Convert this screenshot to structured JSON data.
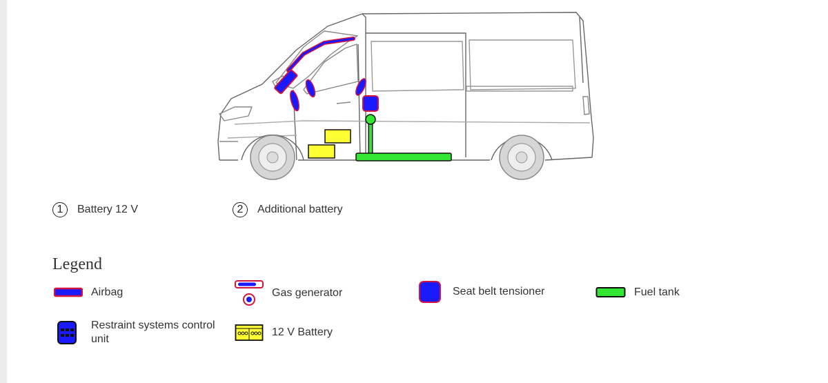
{
  "callouts": [
    {
      "number": "1",
      "label": "Battery 12 V"
    },
    {
      "number": "2",
      "label": "Additional battery"
    }
  ],
  "legend": {
    "title": "Legend",
    "items": [
      {
        "label": "Airbag",
        "icon": "airbag-icon"
      },
      {
        "label": "Gas generator",
        "icon": "gas-generator-icon"
      },
      {
        "label": "Seat belt tensioner",
        "icon": "seat-belt-tensioner-icon"
      },
      {
        "label": "Fuel tank",
        "icon": "fuel-tank-icon"
      },
      {
        "label": "Restraint systems control unit",
        "icon": "restraint-control-unit-icon"
      },
      {
        "label": "12 V Battery",
        "icon": "battery-12v-icon"
      }
    ]
  },
  "colors": {
    "airbag": "#1a1aff",
    "outline_red": "#d4143c",
    "battery": "#ffff33",
    "fuel_tank": "#33e633",
    "van_line": "#555555"
  }
}
